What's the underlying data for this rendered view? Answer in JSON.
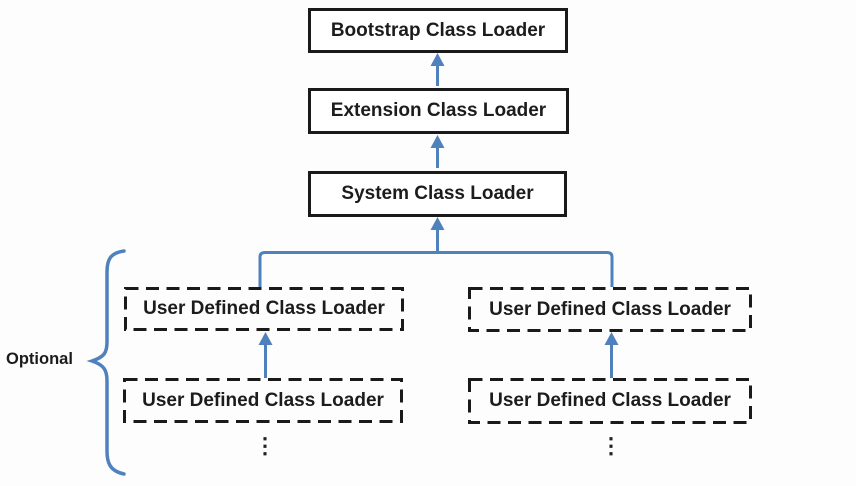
{
  "diagram": {
    "title_implied": "Class loader delegation hierarchy",
    "nodes": {
      "bootstrap": {
        "label": "Bootstrap Class Loader"
      },
      "extension": {
        "label": "Extension Class Loader"
      },
      "system": {
        "label": "System Class Loader"
      },
      "udl_left_top": {
        "label": "User Defined Class Loader"
      },
      "udl_left_bottom": {
        "label": "User Defined Class Loader"
      },
      "udl_right_top": {
        "label": "User Defined Class Loader"
      },
      "udl_right_bottom": {
        "label": "User Defined Class Loader"
      }
    },
    "optional_label": "Optional",
    "ellipsis_char": "⋮",
    "colors": {
      "connector_blue": "#4f81bd",
      "box_border": "#1a1a1a",
      "text": "#1c1c1c",
      "background": "#fdfdfd"
    }
  }
}
